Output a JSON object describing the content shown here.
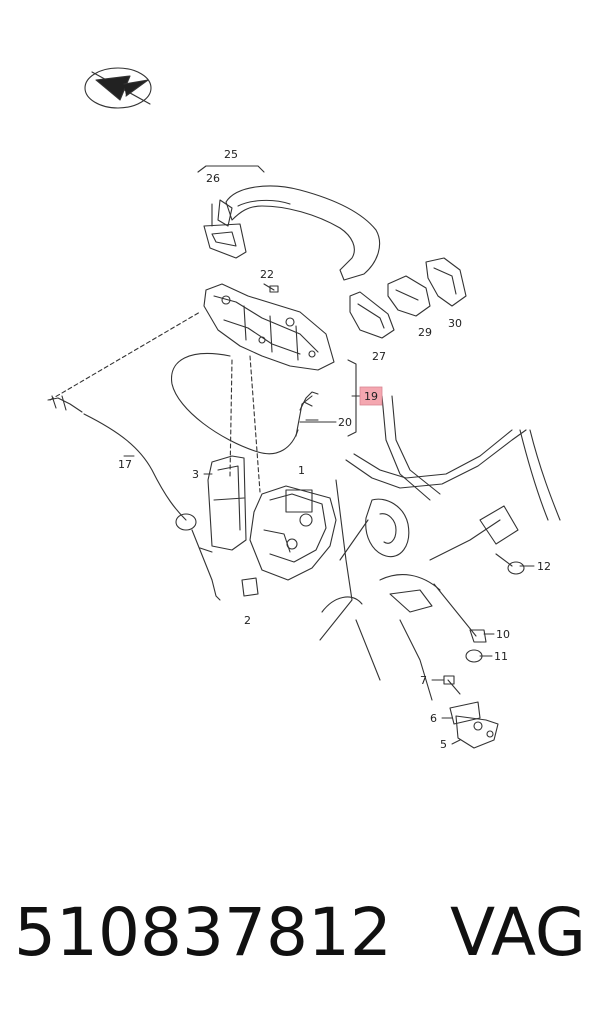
{
  "diagram": {
    "callouts": {
      "c25": "25",
      "c26": "26",
      "c22": "22",
      "c27": "27",
      "c29": "29",
      "c30": "30",
      "c19": "19",
      "c20": "20",
      "c17": "17",
      "c3": "3",
      "c1": "1",
      "c2": "2",
      "c12": "12",
      "c10": "10",
      "c11": "11",
      "c7": "7",
      "c6": "6",
      "c5": "5"
    },
    "highlight_color": "#f4a7b0",
    "line_color": "#333333",
    "logo_icon": "vag-emblem-icon"
  },
  "caption": {
    "part_number": "510837812",
    "brand": "VAG"
  }
}
